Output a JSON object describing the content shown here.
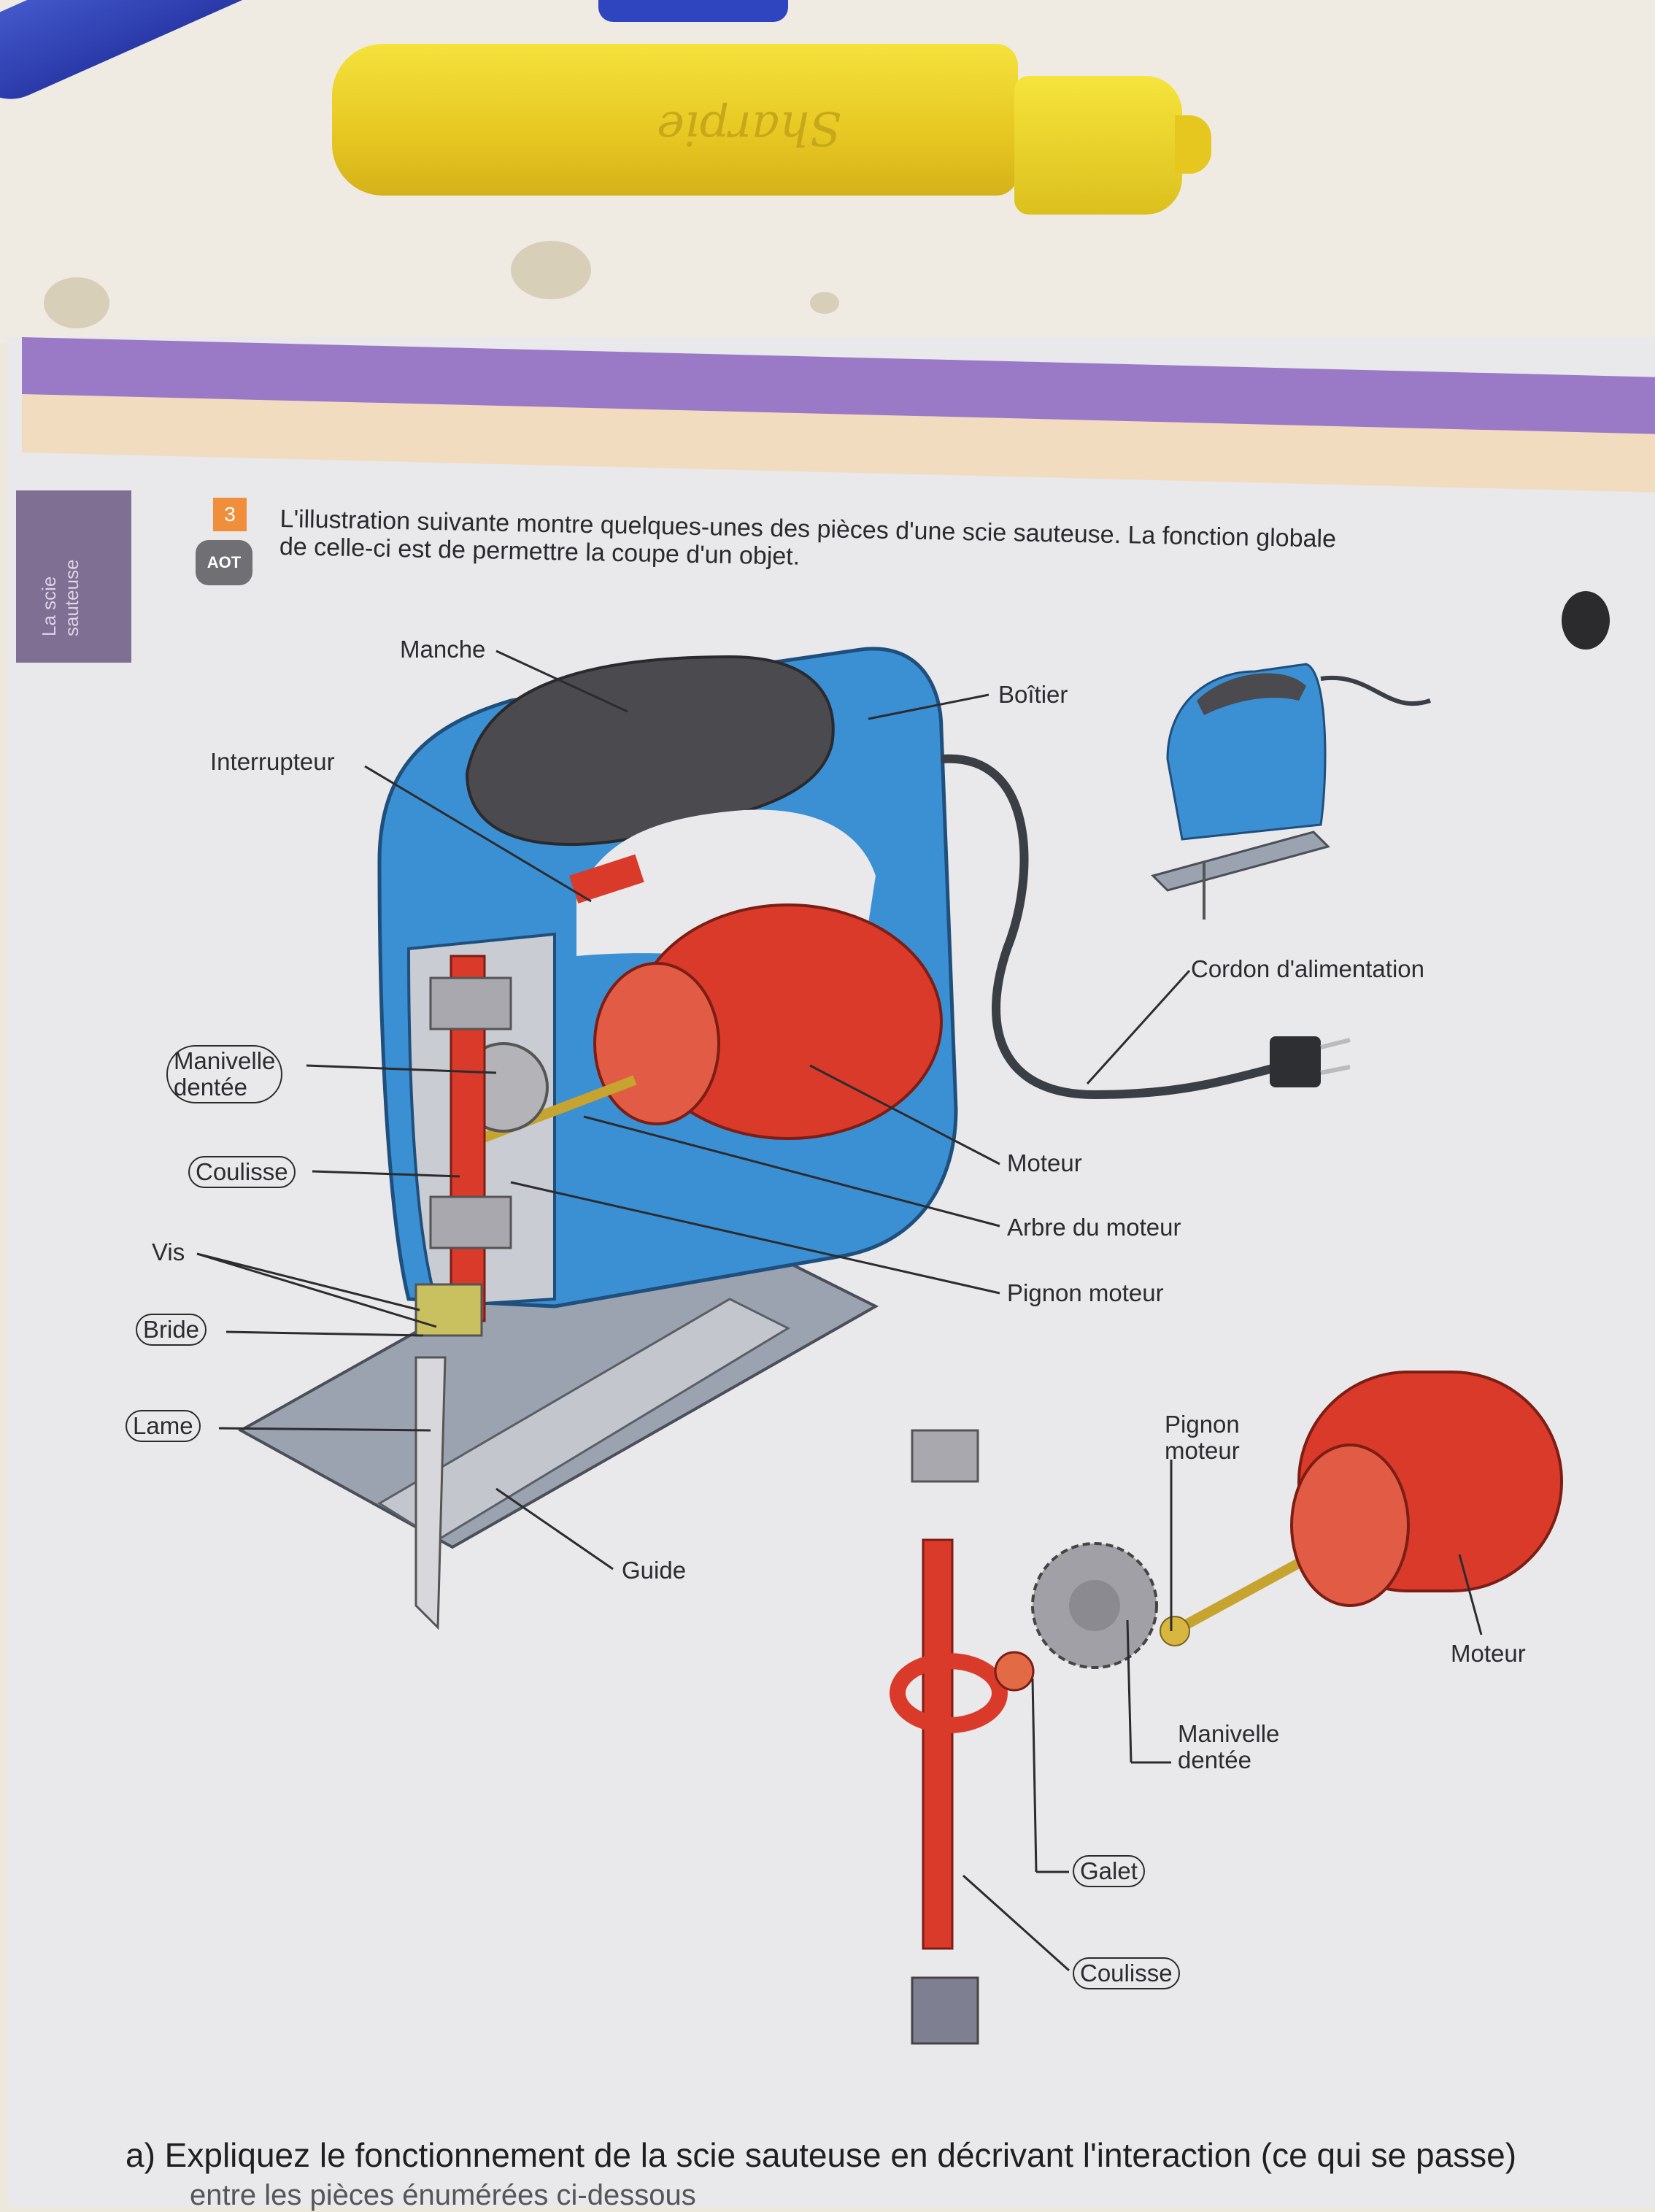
{
  "desk": {
    "marker_brand": "Sharpie"
  },
  "sidebar": {
    "tab_text": "La scie\nsauteuse"
  },
  "exercise": {
    "number": "3",
    "badge": "AOT",
    "intro_line1": "L'illustration suivante montre quelques-unes des pièces d'une scie sauteuse. La fonction globale",
    "intro_line2": "de celle-ci est de permettre la coupe d'un objet."
  },
  "labels": {
    "manche": "Manche",
    "boitier": "Boîtier",
    "interrupteur": "Interrupteur",
    "cordon": "Cordon d'alimentation",
    "manivelle_1": "Manivelle\ndentée",
    "coulisse_1": "Coulisse",
    "moteur_1": "Moteur",
    "arbre": "Arbre du moteur",
    "vis": "Vis",
    "pignon_1": "Pignon moteur",
    "bride": "Bride",
    "lame": "Lame",
    "guide": "Guide",
    "pignon_2": "Pignon\nmoteur",
    "moteur_2": "Moteur",
    "manivelle_2": "Manivelle\ndentée",
    "galet": "Galet",
    "coulisse_2": "Coulisse"
  },
  "question": {
    "line1": "a)  Expliquez le fonctionnement de la scie sauteuse en décrivant l'interaction (ce qui se passe)",
    "line2_partial": "entre les pièces énumérées ci-dessous"
  },
  "colors": {
    "housing_blue": "#3b8fd3",
    "motor_red": "#d93a2a",
    "handle_grey": "#4a4a4f",
    "purple_band": "#9a79c7"
  }
}
